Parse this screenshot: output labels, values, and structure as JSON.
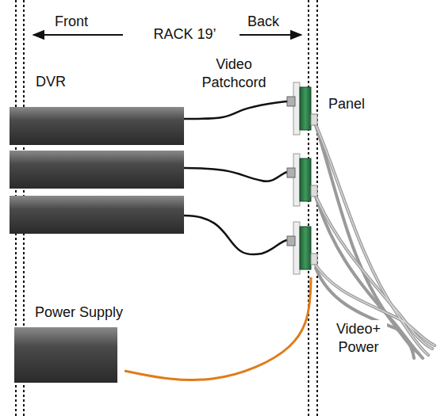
{
  "diagram": {
    "nodes": [
      {
        "text": [
          "DVR"
        ]
      },
      {
        "text": [
          "Power Supply"
        ]
      },
      {
        "text": [
          "Panel"
        ]
      }
    ],
    "edges": [
      {
        "from": 0,
        "to": 2,
        "arrow": "none"
      },
      {
        "from": 1,
        "to": 2,
        "arrow": "none"
      }
    ],
    "labels": [
      "Front",
      "RACK 19’",
      "Back",
      "Video Patchcord",
      "Video+ Power"
    ]
  }
}
